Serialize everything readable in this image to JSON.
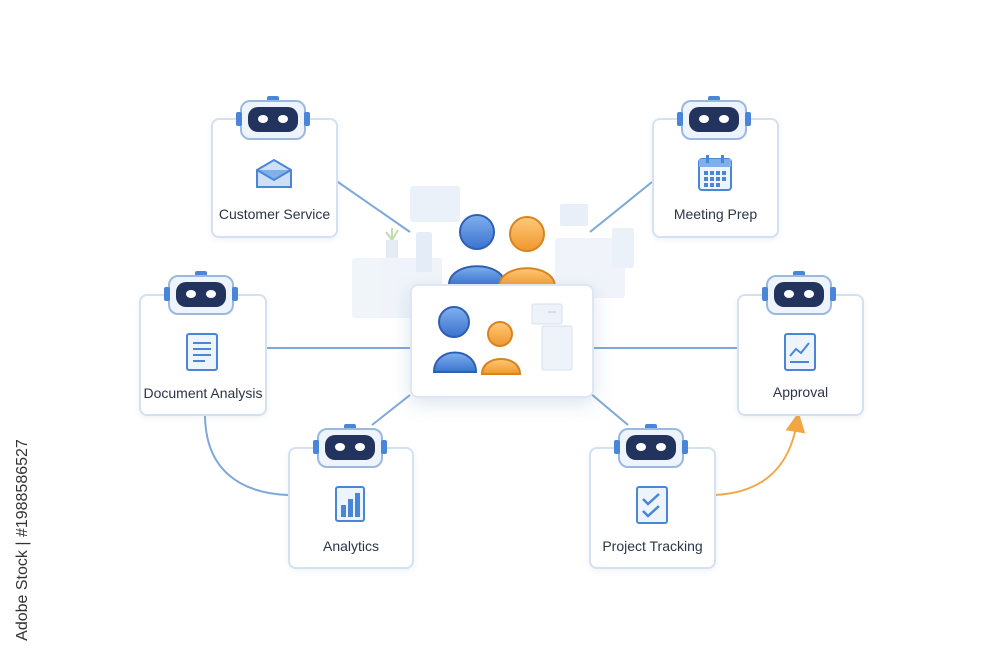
{
  "nodes": {
    "customer_service": {
      "label": "Customer Service",
      "icon": "envelope-icon"
    },
    "meeting_prep": {
      "label": "Meeting Prep",
      "icon": "calendar-icon"
    },
    "document_analysis": {
      "label": "Document Analysis",
      "icon": "document-icon"
    },
    "approval": {
      "label": "Approval",
      "icon": "chart-document-icon"
    },
    "analytics": {
      "label": "Analytics",
      "icon": "bar-chart-icon"
    },
    "project_tracking": {
      "label": "Project Tracking",
      "icon": "checklist-icon"
    }
  },
  "hub": {
    "icon": "team-icon"
  },
  "colors": {
    "blue": "#4a86d8",
    "orange": "#f3a743",
    "robot_dark": "#22345e",
    "line": "#7ea8d8",
    "arrow": "#f3a743"
  },
  "watermark": "Adobe Stock | #1988586527"
}
